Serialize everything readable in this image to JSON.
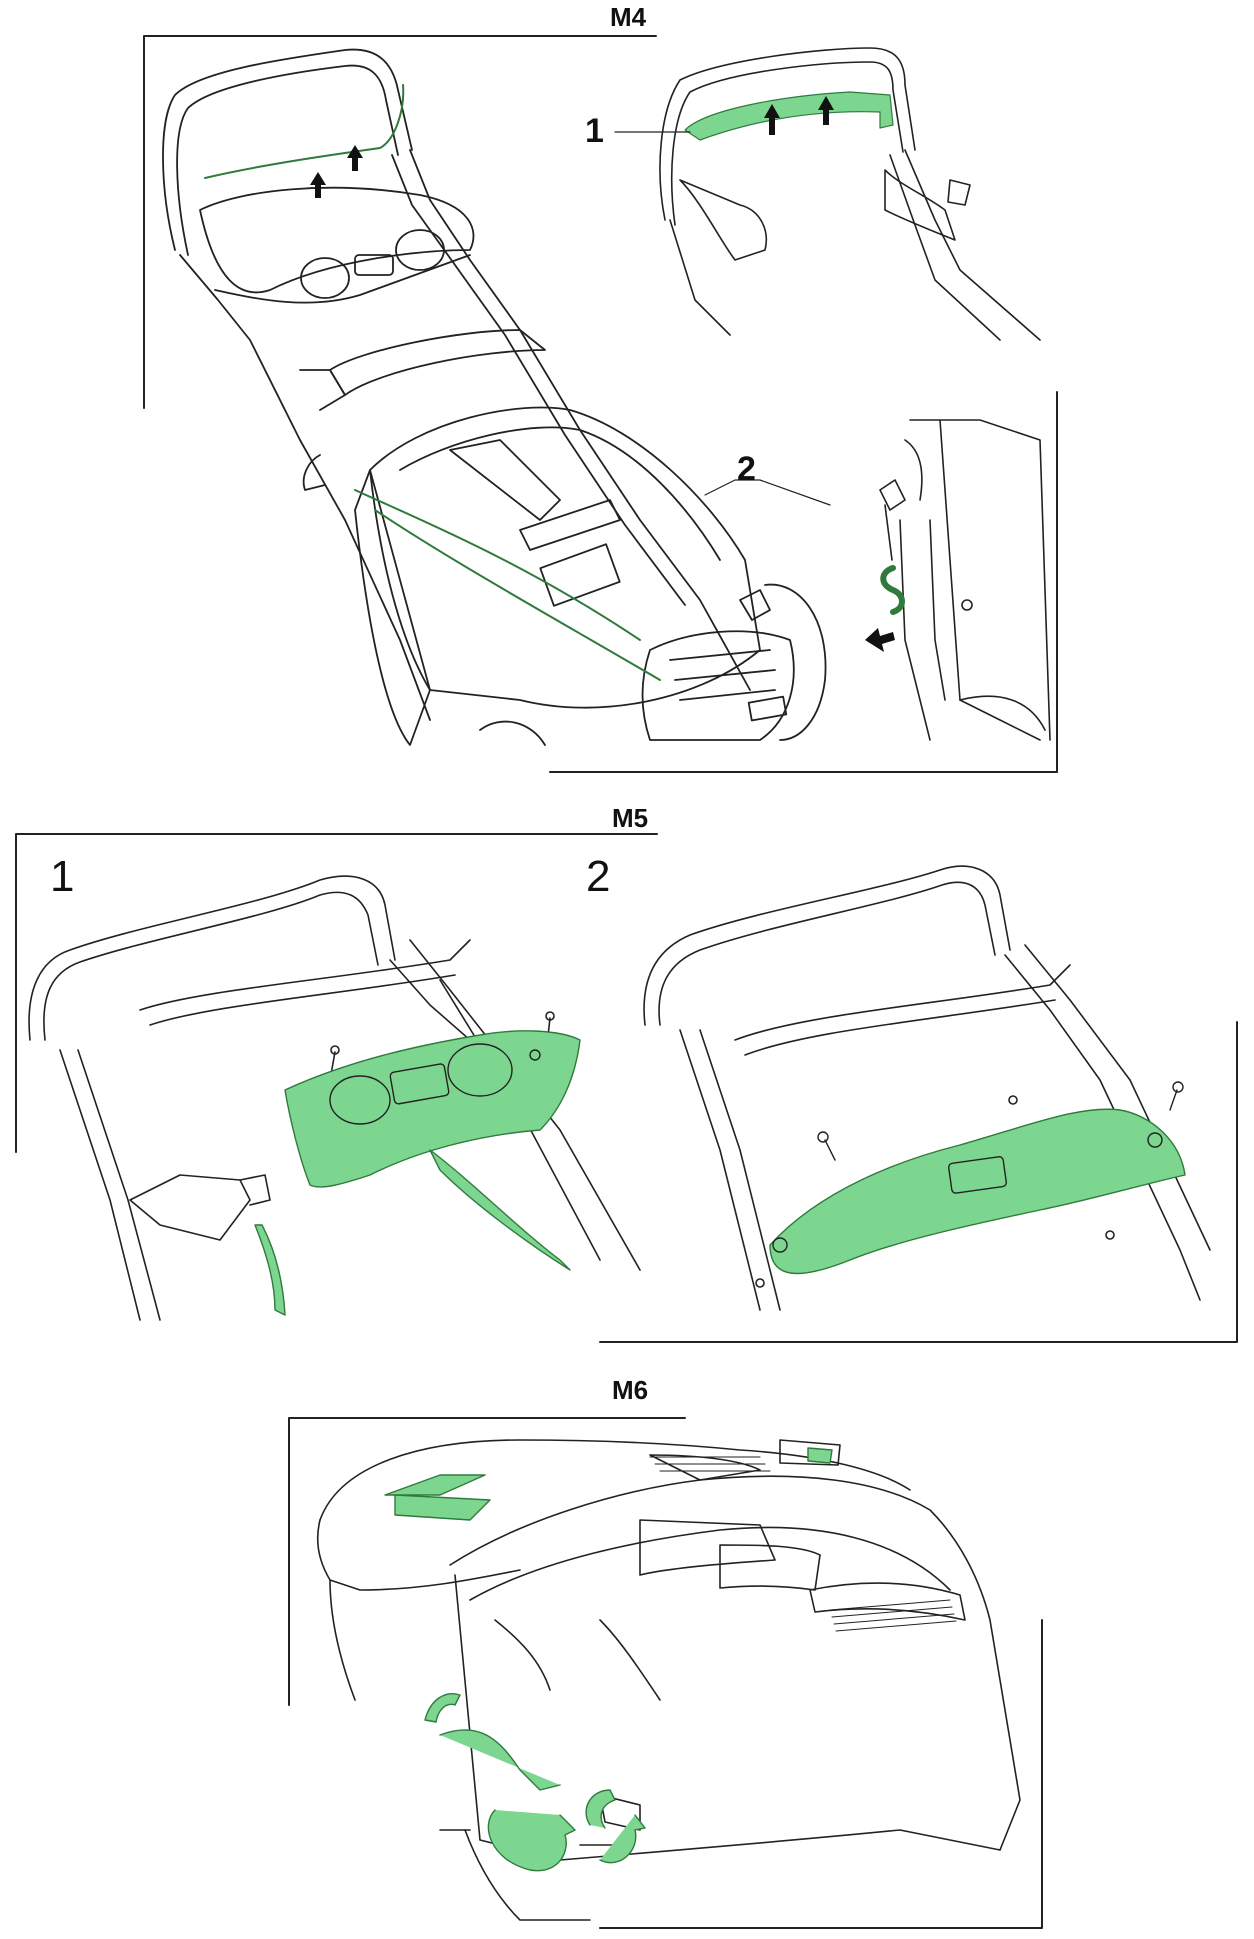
{
  "sections": {
    "m4": {
      "label": "M4",
      "callouts": {
        "one": "1",
        "two": "2"
      }
    },
    "m5": {
      "label": "M5",
      "steps": {
        "one": "1",
        "two": "2"
      }
    },
    "m6": {
      "label": "M6"
    }
  },
  "colors": {
    "line": "#222222",
    "highlight": "#7dd68f",
    "highlight_stroke": "#2f7a3d"
  }
}
